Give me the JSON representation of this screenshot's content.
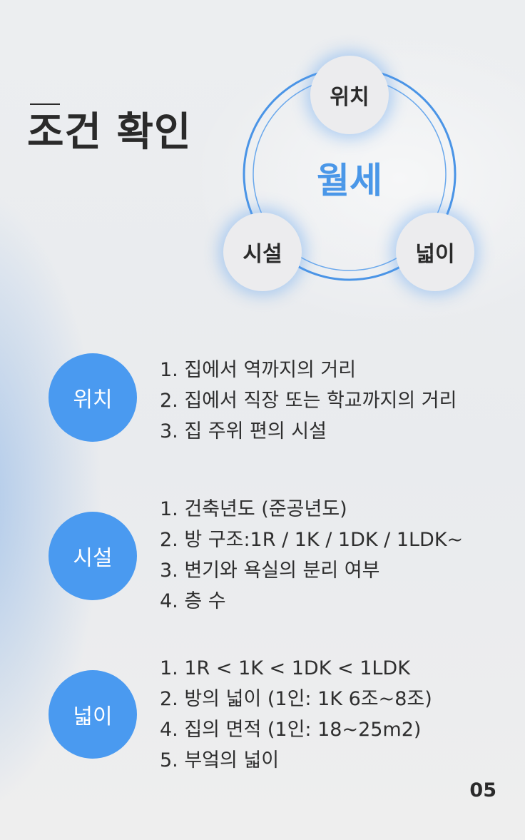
{
  "title": "조건 확인",
  "diagram": {
    "center": "월세",
    "nodes": {
      "top": "위치",
      "left": "시설",
      "right": "넓이"
    }
  },
  "sections": [
    {
      "badge": "위치",
      "items": [
        "1. 집에서 역까지의 거리",
        "2. 집에서 직장 또는 학교까지의 거리",
        "3. 집 주위 편의 시설"
      ]
    },
    {
      "badge": "시설",
      "items": [
        "1. 건축년도 (준공년도)",
        "2. 방 구조:1R / 1K / 1DK / 1LDK~",
        "3. 변기와 욕실의 분리 여부",
        "4. 층 수"
      ]
    },
    {
      "badge": "넓이",
      "items": [
        "1. 1R < 1K < 1DK < 1LDK",
        "2. 방의 넓이 (1인: 1K 6조~8조)",
        "4. 집의 면적 (1인: 18~25m2)",
        "5. 부엌의 넓이"
      ]
    }
  ],
  "page_number": "05",
  "colors": {
    "accent": "#4a9af0",
    "text": "#2a2a2a",
    "background": "#ecedee"
  }
}
